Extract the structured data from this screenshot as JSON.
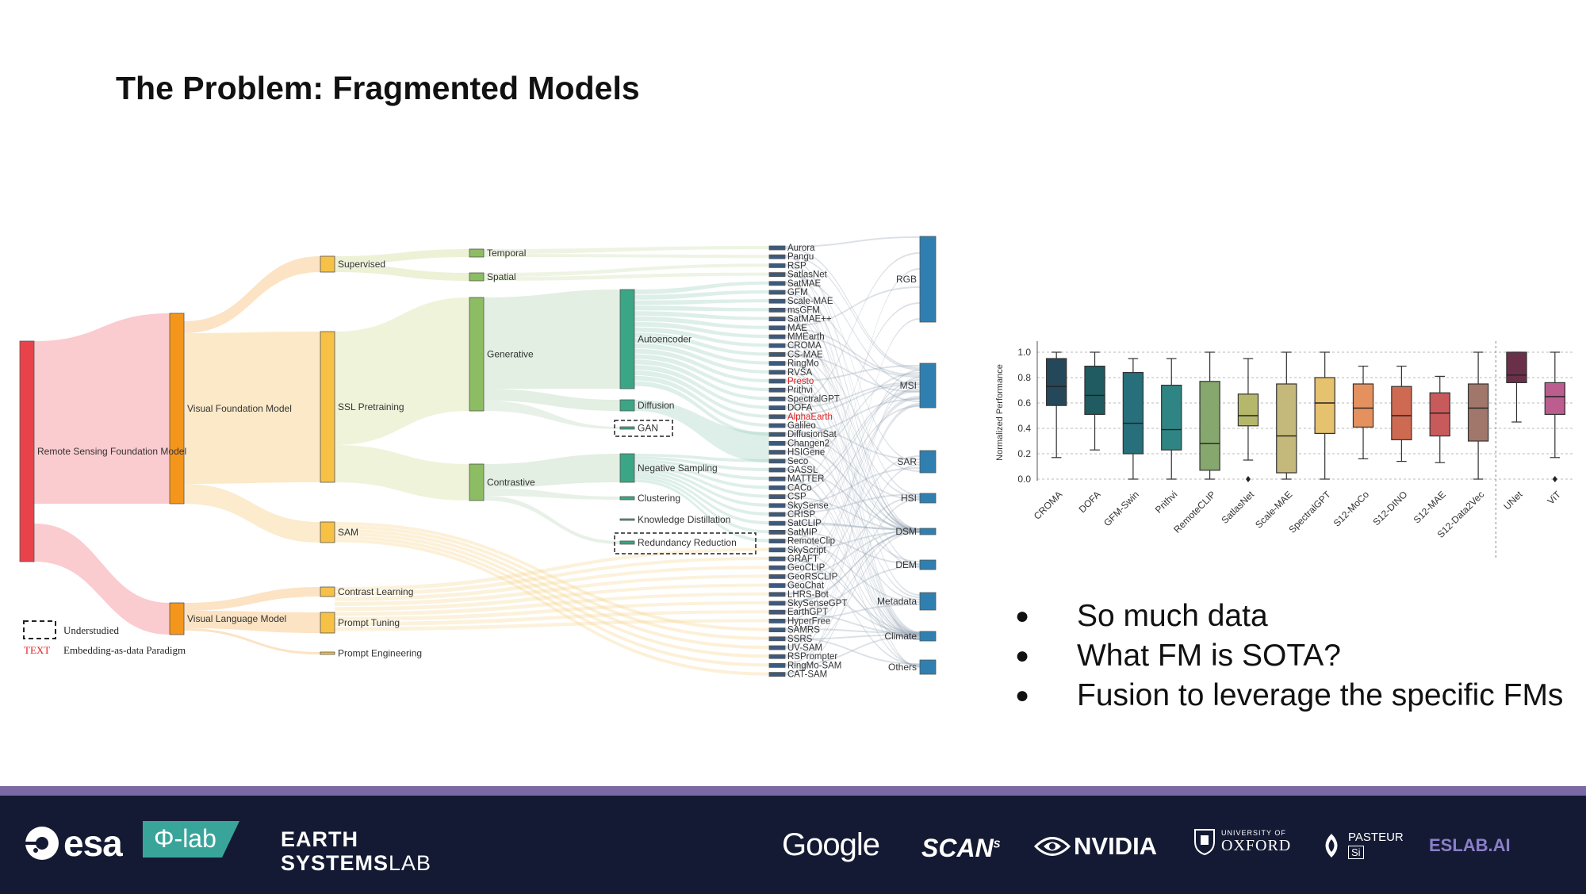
{
  "slide": {
    "title": "The Problem: Fragmented Models",
    "bullets": [
      "So much data",
      "What FM is SOTA?",
      "Fusion to leverage the specific FMs"
    ]
  },
  "sankey": {
    "root": "Remote Sensing Foundation Model",
    "level1": [
      "Visual Foundation Model",
      "Visual Language Model"
    ],
    "level2": [
      "Supervised",
      "SSL Pretraining",
      "SAM",
      "Contrast Learning",
      "Prompt Tuning",
      "Prompt Engineering"
    ],
    "level3": [
      "Temporal",
      "Spatial",
      "Generative",
      "Contrastive"
    ],
    "level4": [
      "Autoencoder",
      "Diffusion",
      "GAN",
      "Negative Sampling",
      "Clustering",
      "Knowledge Distillation",
      "Redundancy Reduction"
    ],
    "models": [
      "Aurora",
      "Pangu",
      "RSP",
      "SatlasNet",
      "SatMAE",
      "GFM",
      "Scale-MAE",
      "msGFM",
      "SatMAE++",
      "MAE",
      "MMEarth",
      "CROMA",
      "CS-MAE",
      "RingMo",
      "RVSA",
      "Presto",
      "Prithvi",
      "SpectralGPT",
      "DOFA",
      "AlphaEarth",
      "Galileo",
      "DiffusionSat",
      "Changen2",
      "HSIGene",
      "Seco",
      "GASSL",
      "MATTER",
      "CACo",
      "CSP",
      "SkySense",
      "CRISP",
      "SatCLIP",
      "SatMIP",
      "RemoteClip",
      "SkyScript",
      "GRAFT",
      "GeoCLIP",
      "GeoRSCLIP",
      "GeoChat",
      "LHRS-Bot",
      "SkySenseGPT",
      "EarthGPT",
      "HyperFree",
      "SAMRS",
      "SSRS",
      "UV-SAM",
      "RSPrompter",
      "RingMo-SAM",
      "CAT-SAM"
    ],
    "highlighted_models": [
      "Presto",
      "AlphaEarth"
    ],
    "modalities": [
      "RGB",
      "MSI",
      "SAR",
      "HSI",
      "DSM",
      "DEM",
      "Metadata",
      "Climate",
      "Others"
    ],
    "legend": {
      "understudied": "Understudied",
      "text_sample": "TEXT",
      "embedding": "Embedding-as-data Paradigm"
    },
    "colors": {
      "root": "#e8434b",
      "level1": "#f5961c",
      "level2": "#f7c145",
      "level3": "#8cbd63",
      "level4": "#3aa685",
      "model": "#3c5a7e",
      "modality": "#2f80b0",
      "highlight": "#e32020"
    }
  },
  "chart_data": {
    "type": "box",
    "ylabel": "Normalized Performance",
    "ylim": [
      0,
      1.05
    ],
    "yticks": [
      "0.0",
      "0.2",
      "0.4",
      "0.6",
      "0.8",
      "1.0"
    ],
    "grid": true,
    "categories": [
      "CROMA",
      "DOFA",
      "GFM-Swin",
      "Prithvi",
      "RemoteCLIP",
      "SatlasNet",
      "Scale-MAE",
      "SpectralGPT",
      "S12-MoCo",
      "S12-DINO",
      "S12-MAE",
      "S12-Data2Vec",
      "UNet",
      "ViT"
    ],
    "colors": [
      "#24485a",
      "#1f5b60",
      "#276f7a",
      "#2f8583",
      "#86a76e",
      "#b5b86b",
      "#c4b87a",
      "#e6c16e",
      "#e4915f",
      "#cf6a52",
      "#c95a5c",
      "#a0776a",
      "#6b3049",
      "#bb5e8f"
    ],
    "boxes": [
      {
        "min": 0.17,
        "q1": 0.58,
        "median": 0.73,
        "q3": 0.95,
        "max": 1.0,
        "outliers": []
      },
      {
        "min": 0.23,
        "q1": 0.51,
        "median": 0.66,
        "q3": 0.89,
        "max": 1.0,
        "outliers": []
      },
      {
        "min": 0.0,
        "q1": 0.2,
        "median": 0.44,
        "q3": 0.84,
        "max": 0.95,
        "outliers": []
      },
      {
        "min": 0.0,
        "q1": 0.23,
        "median": 0.39,
        "q3": 0.74,
        "max": 0.95,
        "outliers": []
      },
      {
        "min": 0.0,
        "q1": 0.07,
        "median": 0.28,
        "q3": 0.77,
        "max": 1.0,
        "outliers": []
      },
      {
        "min": 0.15,
        "q1": 0.42,
        "median": 0.5,
        "q3": 0.67,
        "max": 0.95,
        "outliers": [
          0.0
        ]
      },
      {
        "min": 0.0,
        "q1": 0.05,
        "median": 0.34,
        "q3": 0.75,
        "max": 1.0,
        "outliers": []
      },
      {
        "min": 0.0,
        "q1": 0.36,
        "median": 0.6,
        "q3": 0.8,
        "max": 1.0,
        "outliers": []
      },
      {
        "min": 0.16,
        "q1": 0.41,
        "median": 0.56,
        "q3": 0.75,
        "max": 0.89,
        "outliers": []
      },
      {
        "min": 0.14,
        "q1": 0.31,
        "median": 0.5,
        "q3": 0.73,
        "max": 0.89,
        "outliers": []
      },
      {
        "min": 0.13,
        "q1": 0.34,
        "median": 0.52,
        "q3": 0.68,
        "max": 0.81,
        "outliers": []
      },
      {
        "min": 0.0,
        "q1": 0.3,
        "median": 0.56,
        "q3": 0.75,
        "max": 1.0,
        "outliers": []
      },
      {
        "min": 0.45,
        "q1": 0.76,
        "median": 0.82,
        "q3": 1.0,
        "max": 1.0,
        "outliers": []
      },
      {
        "min": 0.17,
        "q1": 0.51,
        "median": 0.65,
        "q3": 0.76,
        "max": 1.0,
        "outliers": [
          0.0
        ]
      }
    ]
  },
  "footer": {
    "logos": {
      "esa": "esa",
      "philab": "Φ-lab",
      "earth1": "EARTH",
      "earth2a": "SYSTEMS",
      "earth2b": "LAB",
      "google": "Google",
      "scan": "SCAN",
      "scan_sup": "S",
      "nvidia": "NVIDIA",
      "oxford_small": "UNIVERSITY OF",
      "oxford": "OXFORD",
      "pasteur": "PASTEUR",
      "pasteur_box": "Si",
      "eslab": "ESLAB.AI"
    },
    "strip_color": "#7b69a6",
    "bg_color": "#141a33"
  }
}
